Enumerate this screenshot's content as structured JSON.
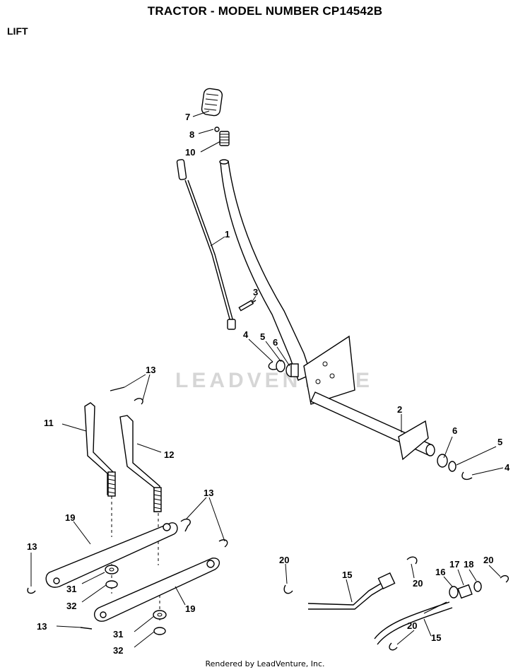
{
  "header": {
    "title": "TRACTOR - MODEL NUMBER CP14542B",
    "section": "LIFT"
  },
  "watermark": "LEADVENTURE",
  "footer": "Rendered by LeadVenture, Inc.",
  "callouts": [
    "7",
    "8",
    "10",
    "1",
    "3",
    "4",
    "5",
    "6",
    "13",
    "11",
    "12",
    "2",
    "6",
    "5",
    "4",
    "13",
    "19",
    "13",
    "31",
    "32",
    "19",
    "31",
    "32",
    "13",
    "20",
    "15",
    "20",
    "16",
    "17",
    "18",
    "20",
    "20",
    "15"
  ]
}
